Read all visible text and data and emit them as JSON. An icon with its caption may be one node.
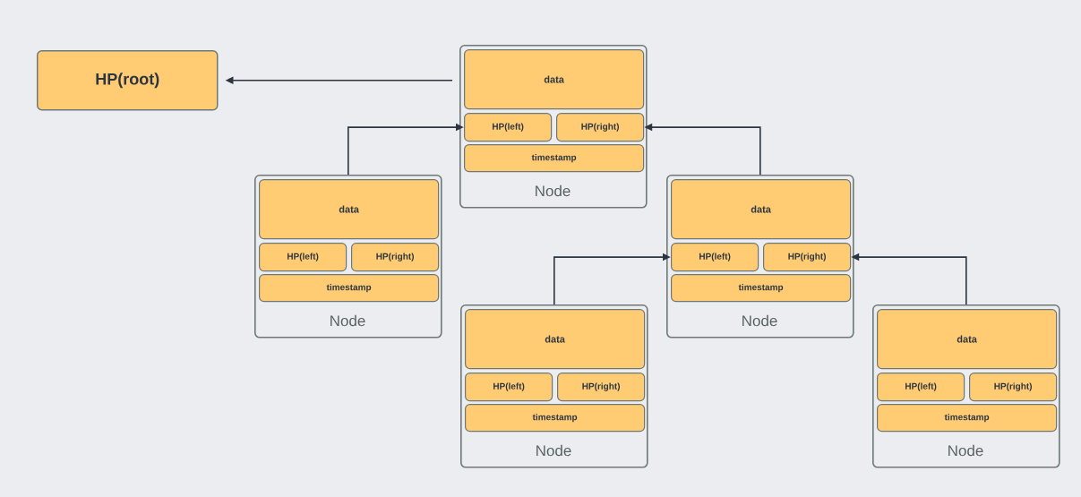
{
  "diagram": {
    "nodes": [
      {
        "text": [
          "HP(root)"
        ]
      },
      {
        "text": [
          "Node"
        ]
      },
      {
        "text": [
          "data"
        ],
        "in": 1
      },
      {
        "text": [
          "HP(left)"
        ],
        "in": 1
      },
      {
        "text": [
          "HP(right)"
        ],
        "in": 1
      },
      {
        "text": [
          "timestamp"
        ],
        "in": 1
      },
      {
        "text": [
          "Node"
        ]
      },
      {
        "text": [
          "data"
        ],
        "in": 6
      },
      {
        "text": [
          "HP(left)"
        ],
        "in": 6
      },
      {
        "text": [
          "HP(right)"
        ],
        "in": 6
      },
      {
        "text": [
          "timestamp"
        ],
        "in": 6
      },
      {
        "text": [
          "Node"
        ]
      },
      {
        "text": [
          "data"
        ],
        "in": 11
      },
      {
        "text": [
          "HP(left)"
        ],
        "in": 11
      },
      {
        "text": [
          "HP(right)"
        ],
        "in": 11
      },
      {
        "text": [
          "timestamp"
        ],
        "in": 11
      },
      {
        "text": [
          "Node"
        ]
      },
      {
        "text": [
          "data"
        ],
        "in": 16
      },
      {
        "text": [
          "HP(left)"
        ],
        "in": 16
      },
      {
        "text": [
          "HP(right)"
        ],
        "in": 16
      },
      {
        "text": [
          "timestamp"
        ],
        "in": 16
      },
      {
        "text": [
          "Node"
        ]
      },
      {
        "text": [
          "data"
        ],
        "in": 21
      },
      {
        "text": [
          "HP(left)"
        ],
        "in": 21
      },
      {
        "text": [
          "HP(right)"
        ],
        "in": 21
      },
      {
        "text": [
          "timestamp"
        ],
        "in": 21
      }
    ],
    "edges": [
      {
        "from": 1,
        "to": 0,
        "arrow": "to"
      },
      {
        "from": 6,
        "to": 3,
        "arrow": "to"
      },
      {
        "from": 11,
        "to": 4,
        "arrow": "to"
      },
      {
        "from": 16,
        "to": 13,
        "arrow": "to"
      },
      {
        "from": 21,
        "to": 14,
        "arrow": "to"
      }
    ]
  }
}
